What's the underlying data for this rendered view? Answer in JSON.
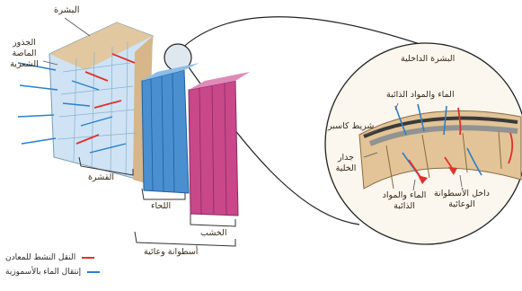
{
  "labels": {
    "epidermis": "البشرة",
    "root_hairs": "الجذور الماصة الشعرية",
    "cortex": "القشرة",
    "phloem": "اللحاء",
    "xylem": "الخشب",
    "vascular_cylinder": "أسطوانة وعائية",
    "endodermis": "البشرة الداخلية",
    "water_solutes_top": "الماء والمواد الذائبة",
    "casparian_strip": "شريط كاسبر",
    "cell_wall": "جدار الخلية",
    "water_solutes_bottom": "الماء والمواد الذائبة",
    "into_vascular": "داخل الأسطوانة الوعائية"
  },
  "legend": [
    {
      "text": "النقل النشط للمعادن",
      "color": "#e0312b"
    },
    {
      "text": "إنتقال الماء بالأسموزية",
      "color": "#2a7fc9"
    }
  ],
  "colors": {
    "active_transport": "#e0312b",
    "osmosis": "#2a7fc9",
    "cortex_fill": "#cfe3f4",
    "phloem_fill": "#4a8fd0",
    "xylem_fill": "#c8488a",
    "tan": "#e2c498"
  }
}
